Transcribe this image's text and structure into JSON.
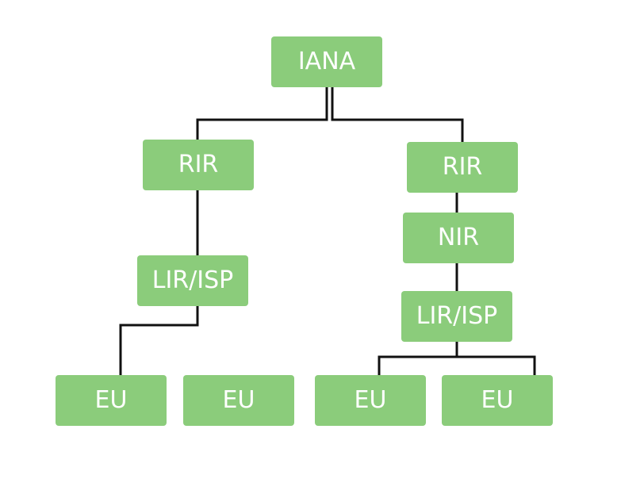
{
  "nodes": {
    "iana": "IANA",
    "rir_left": "RIR",
    "rir_right": "RIR",
    "nir": "NIR",
    "lir_left": "LIR/ISP",
    "lir_right": "LIR/ISP",
    "eu_1": "EU",
    "eu_2": "EU",
    "eu_3": "EU",
    "eu_4": "EU"
  },
  "colors": {
    "node_fill": "#8bcc7b",
    "node_text": "#ffffff",
    "connector": "#111111"
  }
}
